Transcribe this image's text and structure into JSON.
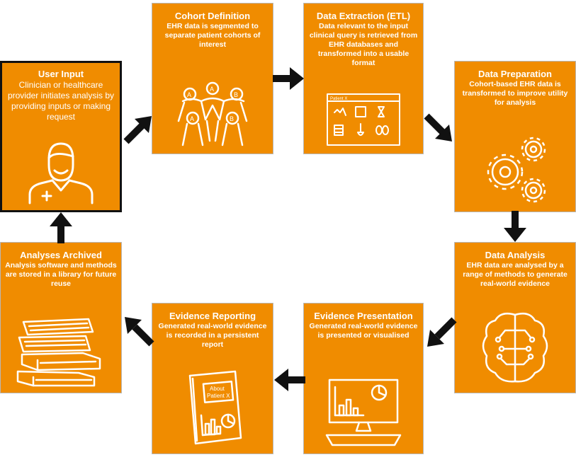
{
  "steps": [
    {
      "title": "User Input",
      "description": "Clinician or healthcare provider initiates analysis by providing inputs or making request",
      "icon": "doctor-icon"
    },
    {
      "title": "Cohort Definition",
      "description": "EHR data is segmented to separate patient cohorts of interest",
      "icon": "people-cohort-icon"
    },
    {
      "title": "Data Extraction (ETL)",
      "description": "Data relevant to the input clinical query is retrieved from EHR databases and transformed into a usable format",
      "icon": "database-window-icon"
    },
    {
      "title": "Data Preparation",
      "description": "Cohort-based EHR data is transformed to improve utility for analysis",
      "icon": "gears-icon"
    },
    {
      "title": "Data Analysis",
      "description": "EHR data are analysed by a range of methods to generate real-world evidence",
      "icon": "brain-circuit-icon"
    },
    {
      "title": "Evidence Presentation",
      "description": "Generated real-world evidence is presented or visualised",
      "icon": "computer-chart-icon"
    },
    {
      "title": "Evidence Reporting",
      "description": "Generated real-world evidence is recorded in a persistent report",
      "icon": "report-icon"
    },
    {
      "title": "Analyses Archived",
      "description": "Analysis software and methods are stored in a library for future reuse",
      "icon": "books-icon"
    }
  ],
  "icon_labels": {
    "window_tab": "Patient X",
    "report_line1": "About",
    "report_line2": "Patient X"
  },
  "colors": {
    "box": "#f08c00",
    "arrow": "#111111",
    "icon_line": "#ffffff",
    "highlight_border": "#111111"
  }
}
